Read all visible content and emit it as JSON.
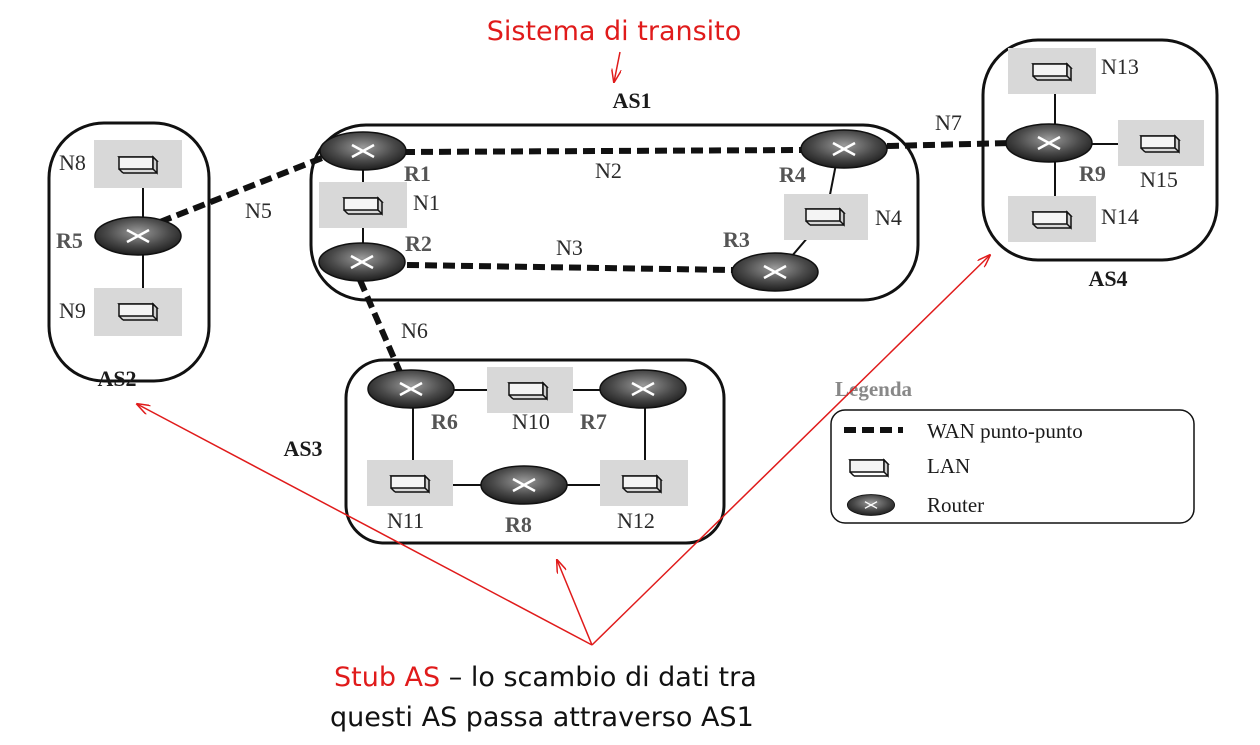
{
  "title": "Sistema di transito",
  "autonomous_systems": [
    {
      "id": "as1",
      "label": "AS1"
    },
    {
      "id": "as2",
      "label": "AS2"
    },
    {
      "id": "as3",
      "label": "AS3"
    },
    {
      "id": "as4",
      "label": "AS4"
    }
  ],
  "routers": {
    "R1": "R1",
    "R2": "R2",
    "R3": "R3",
    "R4": "R4",
    "R5": "R5",
    "R6": "R6",
    "R7": "R7",
    "R8": "R8",
    "R9": "R9"
  },
  "networks": {
    "N1": "N1",
    "N2": "N2",
    "N3": "N3",
    "N4": "N4",
    "N5": "N5",
    "N6": "N6",
    "N7": "N7",
    "N8": "N8",
    "N9": "N9",
    "N10": "N10",
    "N11": "N11",
    "N12": "N12",
    "N13": "N13",
    "N14": "N14",
    "N15": "N15"
  },
  "legend": {
    "title": "Legenda",
    "wan": "WAN punto-punto",
    "lan": "LAN",
    "router": "Router"
  },
  "caption": {
    "highlight": "Stub AS",
    "line1_rest": " – lo scambio di dati tra",
    "line2": "questi AS passa attraverso AS1"
  },
  "colors": {
    "annotation": "#e01b1b",
    "lan_background": "#d8d8d8",
    "router_fill": "#3a3a3a"
  }
}
